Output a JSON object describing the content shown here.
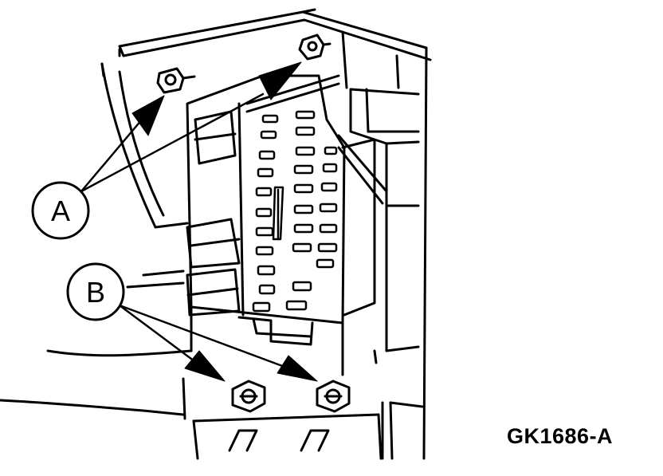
{
  "callouts": [
    {
      "label": "A"
    },
    {
      "label": "B"
    }
  ],
  "figure_id": "GK1686-A",
  "colors": {
    "line": "#000000",
    "background": "#ffffff"
  }
}
